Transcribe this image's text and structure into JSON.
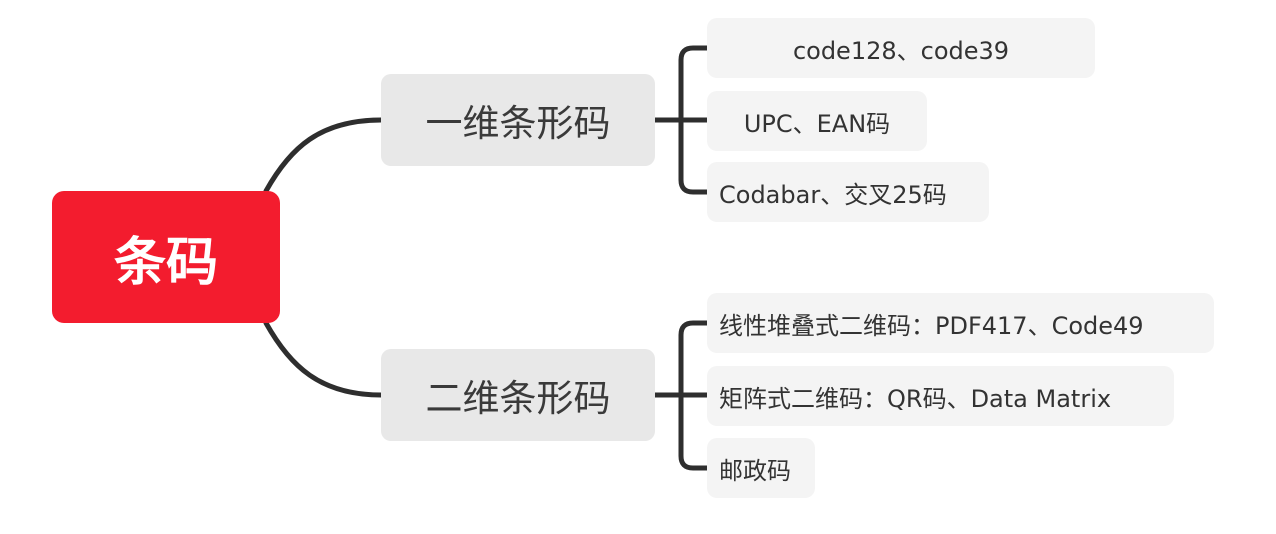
{
  "mindmap": {
    "root": {
      "label": "条码",
      "color": "#f31c2e"
    },
    "branches": [
      {
        "label": "一维条形码",
        "children": [
          {
            "label": "code128、code39"
          },
          {
            "label": "UPC、EAN码"
          },
          {
            "label": "Codabar、交叉25码"
          }
        ]
      },
      {
        "label": "二维条形码",
        "children": [
          {
            "label": "线性堆叠式二维码：PDF417、Code49"
          },
          {
            "label": "矩阵式二维码：QR码、Data Matrix"
          },
          {
            "label": "邮政码"
          }
        ]
      }
    ]
  }
}
